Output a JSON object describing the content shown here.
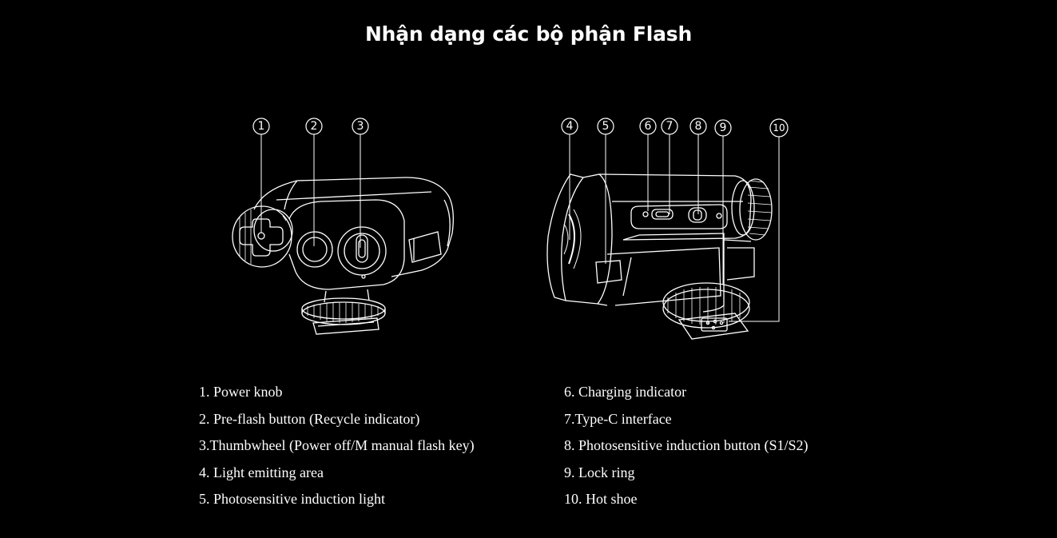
{
  "title": "Nhận dạng các bộ phận Flash",
  "callouts_front": [
    "1",
    "2",
    "3"
  ],
  "callouts_back": [
    "4",
    "5",
    "6",
    "7",
    "8",
    "9",
    "10"
  ],
  "legend_left": [
    "1. Power knob",
    "2. Pre-flash button (Recycle indicator)",
    "3.Thumbwheel (Power off/M manual flash key)",
    "4. Light emitting area",
    "5. Photosensitive induction light"
  ],
  "legend_right": [
    "6. Charging indicator",
    "7.Type-C interface",
    "8. Photosensitive induction button (S1/S2)",
    "9. Lock ring",
    "10. Hot shoe"
  ],
  "colors": {
    "background": "#000000",
    "line": "#ffffff"
  },
  "illustrations": [
    "flash-front-view",
    "flash-back-view"
  ]
}
